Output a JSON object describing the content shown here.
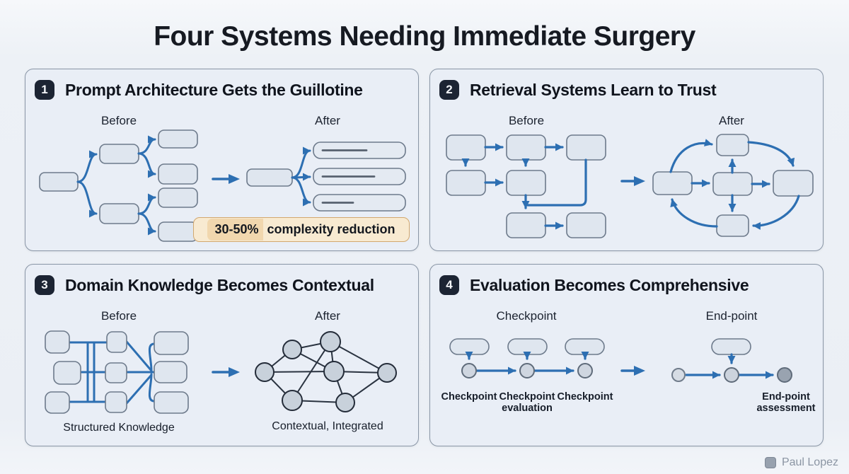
{
  "page": {
    "title": "Four Systems Needing Immediate Surgery",
    "attribution": "Paul Lopez"
  },
  "colors": {
    "accent_blue": "#2D6FB2",
    "panel_bg": "#E9EEF6",
    "box_fill": "#DFE6EF",
    "box_stroke": "#6D7A8B",
    "badge_bg": "#1C2433",
    "callout_bg": "#F8EAD1",
    "callout_highlight": "#F1D7AE",
    "callout_border": "#D2A86F",
    "network_node_fill": "#C8D1DB",
    "network_edge": "#2A3340"
  },
  "panels": [
    {
      "number": "1",
      "title": "Prompt Architecture Gets the Guillotine",
      "left_label": "Before",
      "right_label": "After",
      "callout": {
        "strong": "30-50%",
        "rest": "complexity reduction"
      }
    },
    {
      "number": "2",
      "title": "Retrieval Systems Learn to Trust",
      "left_label": "Before",
      "right_label": "After"
    },
    {
      "number": "3",
      "title": "Domain Knowledge Becomes Contextual",
      "left_label": "Before",
      "right_label": "After",
      "left_caption": "Structured Knowledge",
      "right_caption": "Contextual, Integrated"
    },
    {
      "number": "4",
      "title": "Evaluation Becomes Comprehensive",
      "left_label": "Checkpoint",
      "right_label": "End-point",
      "node_labels": [
        "Checkpoint",
        "Checkpoint evaluation",
        "Checkpoint"
      ],
      "endpoint_label": "End-point assessment"
    }
  ]
}
